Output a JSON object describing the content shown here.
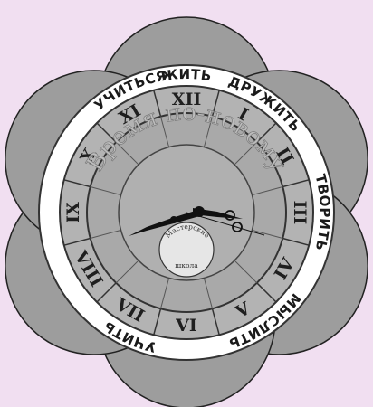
{
  "outer_words": [
    "ЖИТЬ",
    "УЧИТЬСЯ",
    "ДРУЖИТЬ",
    "ТВОРИТЬ",
    "МЫСЛИТЬ",
    "УЧИТЬ"
  ],
  "numerals": [
    "XII",
    "I",
    "II",
    "III",
    "IV",
    "V",
    "VI",
    "VII",
    "VIII",
    "IX",
    "X",
    "XI"
  ],
  "slogan": "Время по-новому",
  "center_text": [
    "Мастерские",
    "школа"
  ],
  "colors": {
    "background": "#f1dff1",
    "petals": "#9d9d9d",
    "outer_ring": "#ffffff",
    "numeral_ring": "#b3b3b3",
    "inner_disc": "#a9a9a9",
    "hands": "#111111"
  }
}
